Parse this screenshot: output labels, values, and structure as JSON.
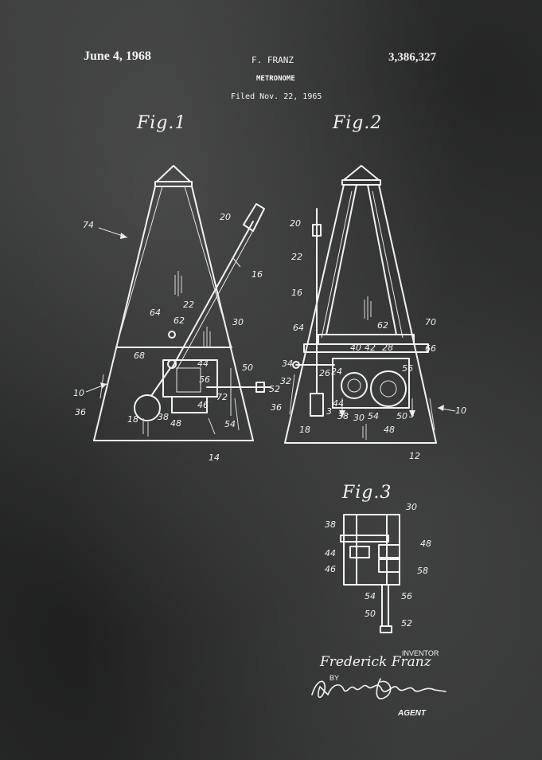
{
  "header": {
    "date": "June 4, 1968",
    "inventor": "F. FRANZ",
    "patent_number": "3,386,327",
    "title": "METRONOME",
    "filed": "Filed Nov. 22, 1965"
  },
  "figures": {
    "fig1": {
      "label": "Fig.1",
      "refs": [
        "74",
        "20",
        "16",
        "22",
        "64",
        "62",
        "30",
        "68",
        "44",
        "56",
        "50",
        "52",
        "10",
        "36",
        "18",
        "38",
        "48",
        "46",
        "72",
        "54",
        "14"
      ]
    },
    "fig2": {
      "label": "Fig.2",
      "refs": [
        "20",
        "22",
        "16",
        "64",
        "62",
        "70",
        "40",
        "42",
        "28",
        "66",
        "34",
        "26",
        "24",
        "32",
        "56",
        "44",
        "36",
        "3",
        "38",
        "30",
        "54",
        "50",
        "3",
        "10",
        "18",
        "48",
        "12"
      ]
    },
    "fig3": {
      "label": "Fig.3",
      "refs": [
        "30",
        "38",
        "44",
        "48",
        "46",
        "58",
        "54",
        "56",
        "50",
        "52"
      ]
    }
  },
  "signature": {
    "inventor_label": "INVENTOR",
    "inventor_name": "Frederick Franz",
    "by_label": "BY",
    "agent_label": "AGENT"
  }
}
